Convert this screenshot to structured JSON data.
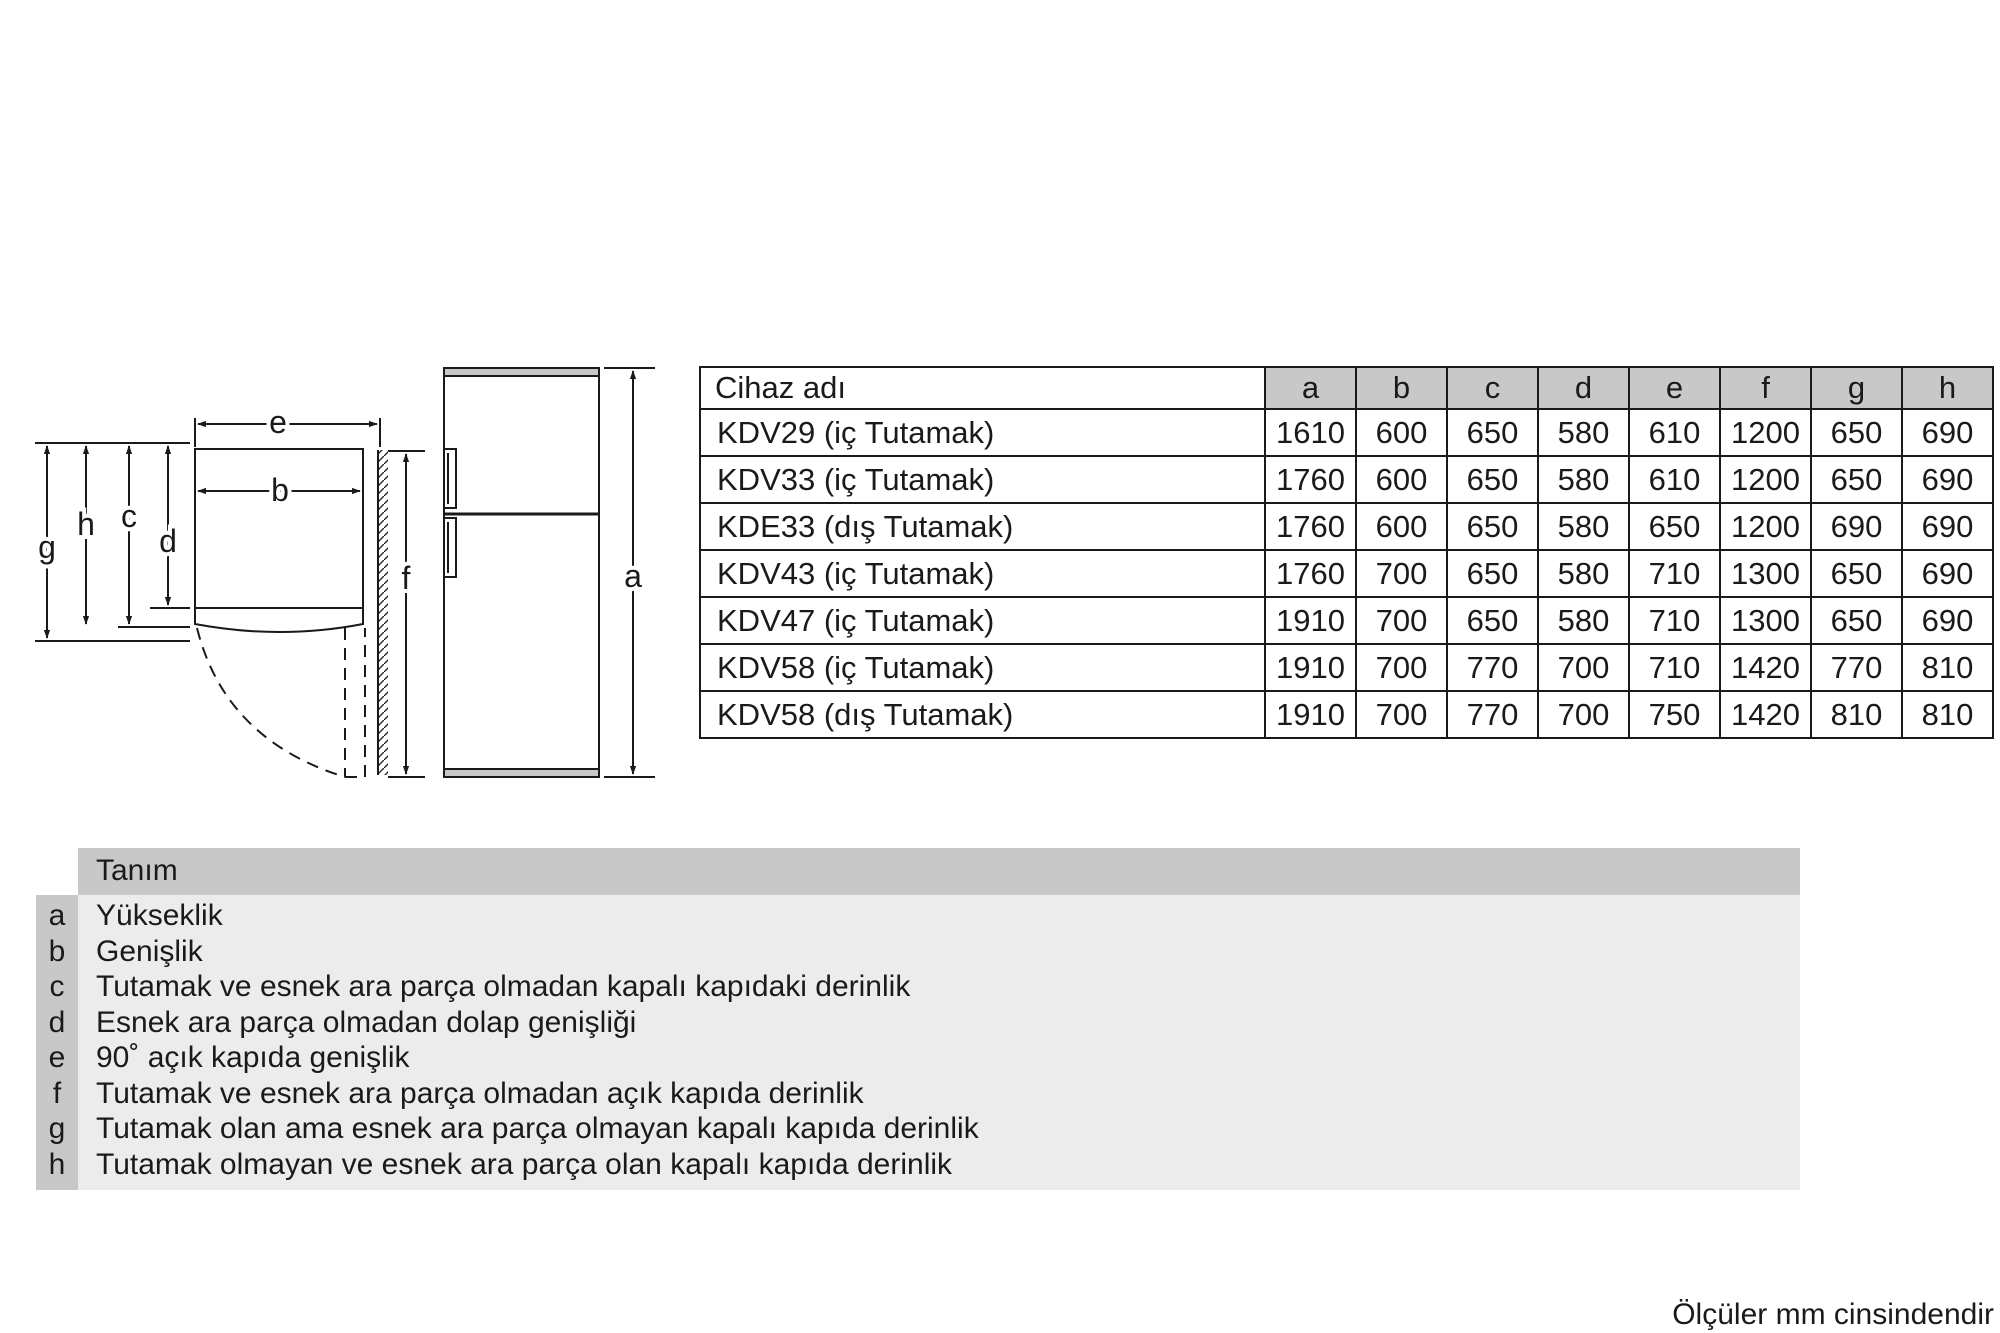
{
  "diagram": {
    "labels": {
      "a": "a",
      "b": "b",
      "c": "c",
      "d": "d",
      "e": "e",
      "f": "f",
      "g": "g",
      "h": "h"
    }
  },
  "table": {
    "name_header": "Cihaz adı",
    "columns": [
      "a",
      "b",
      "c",
      "d",
      "e",
      "f",
      "g",
      "h"
    ],
    "rows": [
      {
        "name": "KDV29 (iç Tutamak)",
        "values": [
          "1610",
          "600",
          "650",
          "580",
          "610",
          "1200",
          "650",
          "690"
        ]
      },
      {
        "name": "KDV33 (iç Tutamak)",
        "values": [
          "1760",
          "600",
          "650",
          "580",
          "610",
          "1200",
          "650",
          "690"
        ]
      },
      {
        "name": "KDE33 (dış Tutamak)",
        "values": [
          "1760",
          "600",
          "650",
          "580",
          "650",
          "1200",
          "690",
          "690"
        ]
      },
      {
        "name": "KDV43 (iç Tutamak)",
        "values": [
          "1760",
          "700",
          "650",
          "580",
          "710",
          "1300",
          "650",
          "690"
        ]
      },
      {
        "name": "KDV47 (iç Tutamak)",
        "values": [
          "1910",
          "700",
          "650",
          "580",
          "710",
          "1300",
          "650",
          "690"
        ]
      },
      {
        "name": "KDV58 (iç Tutamak)",
        "values": [
          "1910",
          "700",
          "770",
          "700",
          "710",
          "1420",
          "770",
          "810"
        ]
      },
      {
        "name": "KDV58 (dış Tutamak)",
        "values": [
          "1910",
          "700",
          "770",
          "700",
          "750",
          "1420",
          "810",
          "810"
        ]
      }
    ]
  },
  "legend": {
    "header": "Tanım",
    "items": [
      {
        "letter": "a",
        "text": "Yükseklik"
      },
      {
        "letter": "b",
        "text": "Genişlik"
      },
      {
        "letter": "c",
        "text": "Tutamak ve esnek ara parça olmadan kapalı kapıdaki derinlik"
      },
      {
        "letter": "d",
        "text": "Esnek ara parça olmadan dolap genişliği"
      },
      {
        "letter": "e",
        "text": "90˚ açık kapıda genişlik"
      },
      {
        "letter": "f",
        "text": "Tutamak ve esnek ara parça olmadan açık kapıda derinlik"
      },
      {
        "letter": "g",
        "text": "Tutamak olan ama esnek ara parça olmayan kapalı kapıda derinlik"
      },
      {
        "letter": "h",
        "text": "Tutamak olmayan ve esnek ara parça olan kapalı kapıda derinlik"
      }
    ]
  },
  "footnote": "Ölçüler mm cinsindendir"
}
